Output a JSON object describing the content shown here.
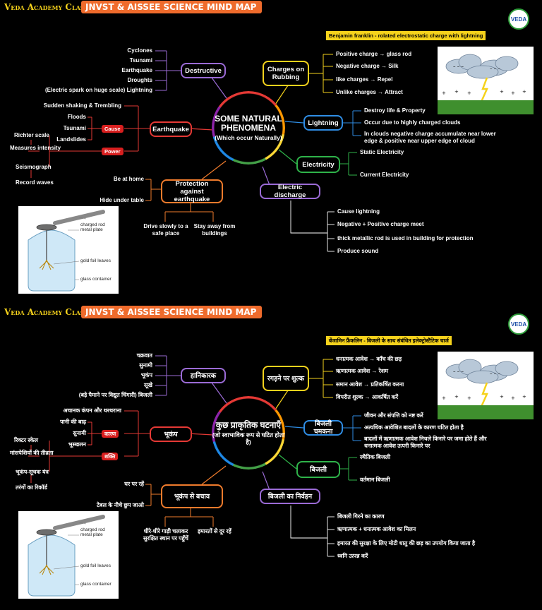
{
  "top": {
    "brand": "Veda Academy Class 9th",
    "banner": "JNVST & AISSEE SCIENCE MIND MAP",
    "logo": "VEDA",
    "note": "Benjamin franklin - rolated electrostatic charge with lightning",
    "center": {
      "main": "SOME NATURAL PHENOMENA",
      "sub": "(Which occur Naturally)"
    },
    "destructive": {
      "label": "Destructive",
      "items": [
        "Cyclones",
        "Tsunami",
        "Earthquake",
        "Droughts",
        "(Electric spark on huge scale) Lightning"
      ]
    },
    "earthquake": {
      "label": "Earthquake",
      "cause_label": "Cause",
      "power_label": "Power",
      "cause_items": [
        "Sudden shaking & Trembling",
        "Floods",
        "Tsunami",
        "Landslides"
      ],
      "power_items": [
        "Richter scale",
        "Measures intensity",
        "Seismograph",
        "Record waves"
      ]
    },
    "protection": {
      "label": "Protection against earthquake",
      "items": [
        "Be at home",
        "Hide under table",
        "Drive slowly to a safe place",
        "Stay away from buildings"
      ]
    },
    "rubbing": {
      "label": "Charges on Rubbing",
      "items": [
        "Positive charge → glass rod",
        "Negative charge → Silk",
        "like charges → Repel",
        "Unlike charges → Attract"
      ]
    },
    "lightning": {
      "label": "Lightning",
      "items": [
        "Destroy life & Property",
        "Occur due to highly charged clouds",
        "In clouds negative charge accumulate near lower edge & positive near upper edge of cloud"
      ]
    },
    "electricity": {
      "label": "Electricity",
      "items": [
        "Static Electricity",
        "Current Electricity"
      ]
    },
    "discharge": {
      "label": "Electric discharge",
      "items": [
        "Cause lightning",
        "Negative + Positive charge meet",
        "thick metallic rod is used in building for protection",
        "Produce sound"
      ]
    },
    "electroscope": [
      "charged rod",
      "metal plate",
      "gold foil leaves",
      "glass container"
    ]
  },
  "bottom": {
    "brand": "Veda Academy Class 9th",
    "banner": "JNVST & AISSEE SCIENCE MIND MAP",
    "logo": "VEDA",
    "note": "बेंजामिन फ्रैंकलिन - बिजली के साथ संबंधित इलेक्ट्रोस्टैटिक चार्ज",
    "center": {
      "main": "कुछ प्राकृतिक घटनाएँ",
      "sub": "(जो स्वाभाविक रूप से घटित होता है)"
    },
    "destructive": {
      "label": "हानिकारक",
      "items": [
        "चक्रवात",
        "सुनामी",
        "भूकंप",
        "सूखे",
        "(बड़े पैमाने पर विद्युत चिंगारी) बिजली"
      ]
    },
    "earthquake": {
      "label": "भूकंप",
      "cause_label": "कारण",
      "power_label": "शक्ति",
      "cause_items": [
        "अचानक कंपन और थरथराना",
        "पानी की बाढ़",
        "सुनामी",
        "भूस्खलन"
      ],
      "power_items": [
        "रिक्टर स्केल",
        "मांसपेशियों की तीव्रता",
        "भूकंप-सूचक यंत्र",
        "तरंगों का रिकॉर्ड"
      ]
    },
    "protection": {
      "label": "भूकंप से बचाव",
      "items": [
        "घर पर रहें",
        "टेबल के नीचे छुप जाओ",
        "धीरे-धीरे गाड़ी चलाकर सुरक्षित स्थान पर पहुँचें",
        "इमारतों से दूर रहें"
      ]
    },
    "rubbing": {
      "label": "रगड़ने पर शुल्क",
      "items": [
        "धनात्मक आवेश → काँच की छड़",
        "ऋणात्मक आवेश → रेशम",
        "समान आवेश → प्रतिकर्षित करना",
        "विपरीत शुल्क → आकर्षित करें"
      ]
    },
    "lightning": {
      "label": "बिजली चमकना",
      "items": [
        "जीवन और संपत्ति को नष्ट करें",
        "अत्यधिक आवेशित बादलों के कारण घटित होता है",
        "बादलों में ऋणात्मक आवेश निचले किनारे पर जमा होते हैं और धनात्मक आवेश ऊपरी किनारे पर"
      ]
    },
    "electricity": {
      "label": "बिजली",
      "items": [
        "स्थैतिक बिजली",
        "वर्तमान बिजली"
      ]
    },
    "discharge": {
      "label": "बिजली का निर्वहन",
      "items": [
        "बिजली गिरने का कारण",
        "ऋणात्मक + धनात्मक आवेश का मिलन",
        "इमारत की सुरक्षा के लिए मोटी धातु की छड़ का उपयोग किया जाता है",
        "ध्वनि उत्पन्न करें"
      ]
    },
    "electroscope": [
      "charged rod",
      "metal plate",
      "gold foil leaves",
      "glass container"
    ]
  },
  "colors": {
    "purple": "#9b6bd6",
    "yellow": "#f5d21c",
    "blue": "#2f8de4",
    "green": "#2fb34a",
    "red": "#e53935",
    "orange": "#ef7b2c",
    "banner": "#ef6b2c"
  }
}
